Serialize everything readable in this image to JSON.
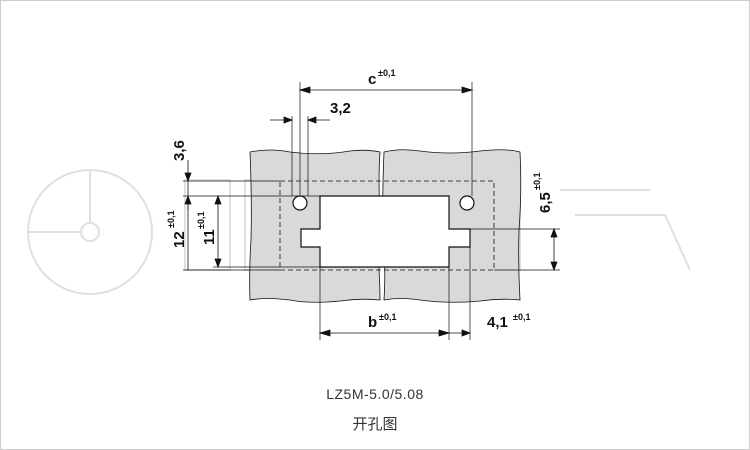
{
  "diagram": {
    "dimensions": {
      "c": "c",
      "c_tol": "±0,1",
      "pitch_hole": "3,2",
      "edge_top": "3,6",
      "h_outer": "12",
      "h_outer_tol": "±0,1",
      "h_inner": "11",
      "h_inner_tol": "±0,1",
      "right_h": "6,5",
      "right_h_tol": "±0,1",
      "b": "b",
      "b_tol": "±0,1",
      "right_w": "4,1",
      "right_w_tol": "±0,1"
    },
    "caption": {
      "model": "LZ5M-5.0/5.08",
      "title": "开孔图"
    }
  },
  "colors": {
    "board_fill": "#d9d9d9",
    "line": "#111111",
    "watermark": "#e2e2e2"
  }
}
